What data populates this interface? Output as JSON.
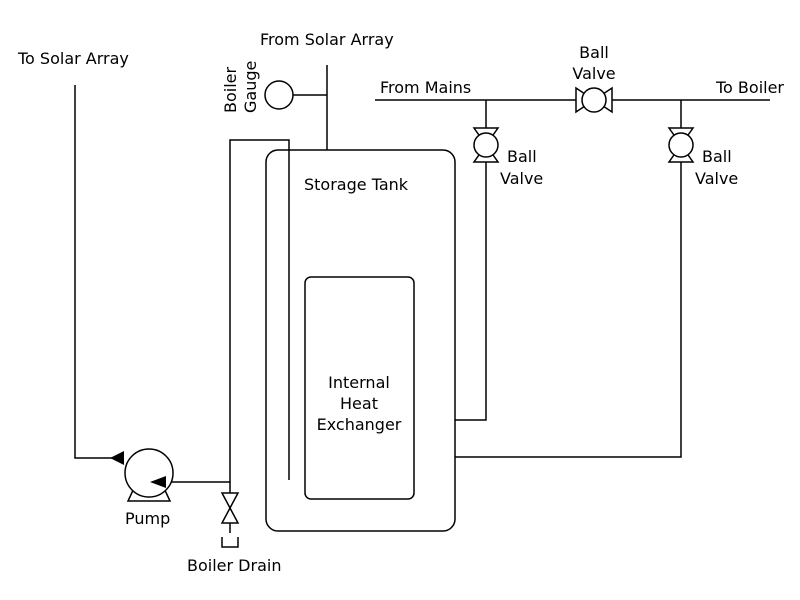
{
  "labels": {
    "to_solar_array": "To Solar Array",
    "from_solar_array": "From Solar Array",
    "boiler_gauge_line1": "Boiler",
    "boiler_gauge_line2": "Gauge",
    "from_mains": "From Mains",
    "to_boiler": "To Boiler",
    "ball_valve_top_line1": "Ball",
    "ball_valve_top_line2": "Valve",
    "ball_valve_left_line1": "Ball",
    "ball_valve_left_line2": "Valve",
    "ball_valve_right_line1": "Ball",
    "ball_valve_right_line2": "Valve",
    "storage_tank": "Storage Tank",
    "heat_exchanger_line1": "Internal",
    "heat_exchanger_line2": "Heat",
    "heat_exchanger_line3": "Exchanger",
    "pump": "Pump",
    "boiler_drain": "Boiler Drain"
  },
  "colors": {
    "line": "#000000",
    "background": "#ffffff"
  }
}
